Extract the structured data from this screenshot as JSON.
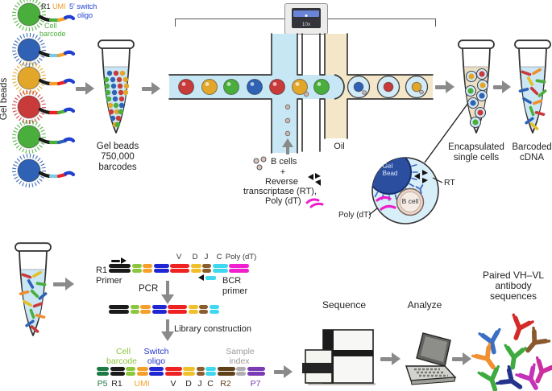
{
  "side_label": "Gel beads",
  "oligo": {
    "r1": "R1",
    "umi": "UMI",
    "switch1": "5′ switch",
    "switch2": "oligo",
    "cell1": "Cell",
    "cell2": "barcode"
  },
  "colors": {
    "bead_green": "#4aae3c",
    "bead_blue": "#2f62b5",
    "bead_yellow": "#e2a62a",
    "bead_red": "#c93a3a",
    "poly_dt_magenta": "#ee1fcb",
    "channel_blue": "#c7e7f4",
    "oil_beige": "#f3e6c9",
    "arrow_gray": "#8a8a8a"
  },
  "bead_column_colors": [
    "#4aae3c",
    "#2f62b5",
    "#e2a62a",
    "#c93a3a",
    "#4aae3c",
    "#2f62b5"
  ],
  "tube1": {
    "line1": "Gel beads",
    "line2": "750,000",
    "line3": "barcodes"
  },
  "instrument_label": "10x",
  "chip": {
    "oil": "Oil",
    "channel_beads": [
      "#c93a3a",
      "#e2a62a",
      "#4aae3c",
      "#2f62b5",
      "#c93a3a",
      "#e2a62a",
      "#4aae3c"
    ],
    "droplet_beads": [
      "#2f62b5",
      "#c93a3a",
      "#e2a62a"
    ],
    "b_cells": "B cells",
    "plus": "+",
    "reverse": "Reverse",
    "transcriptase": "transcriptase (RT),",
    "poly_dt": "Poly (dT)"
  },
  "tube2": {
    "line1": "Encapsulated",
    "line2": "single cells",
    "droplet_beads": [
      "#e2a62a",
      "#c93a3a",
      "#e2a62a",
      "#4aae3c",
      "#2f62b5",
      "#2f62b5",
      "#c93a3a",
      "#4aae3c"
    ]
  },
  "tube3": {
    "line1": "Barcoded",
    "line2": "cDNA",
    "squiggles": [
      "#c93a3a",
      "#ef8f2f",
      "#e2c02a",
      "#4aae3c",
      "#2f62b5",
      "#c93a3a",
      "#4aae3c",
      "#2f62b5",
      "#ef8f2f",
      "#4aae3c",
      "#c93a3a",
      "#2f62b5",
      "#e2c02a"
    ]
  },
  "detail": {
    "gel1": "Gel",
    "gel2": "Bead",
    "bcell": "B cell",
    "rt": "RT",
    "polydt": "Poly (dT)"
  },
  "tube4": {
    "squiggles": [
      "#c93a3a",
      "#e2c02a",
      "#2f62b5",
      "#4aae3c",
      "#ef8f2f",
      "#4aae3c",
      "#2f62b5",
      "#e2c02a",
      "#c93a3a",
      "#4aae3c",
      "#ef8f2f",
      "#2f62b5",
      "#c93a3a"
    ]
  },
  "library": {
    "r1a": "R1",
    "r1b": "Primer",
    "pcr": "PCR",
    "bcr1": "BCR",
    "bcr2": "primer",
    "libcon": "Library construction",
    "row1_labels": [
      "V",
      "D",
      "J",
      "C",
      "Poly (dT)"
    ],
    "row1": [
      {
        "c": "#1a1a1a",
        "w": 27
      },
      {
        "c": "#8cc63f",
        "w": 12
      },
      {
        "c": "#f5a02b",
        "w": 12
      },
      {
        "c": "#2026d2",
        "w": 19
      },
      {
        "c": "#ee2222",
        "w": 24
      },
      {
        "c": "#f0c02a",
        "w": 13
      },
      {
        "c": "#8b5d2e",
        "w": 11
      },
      {
        "c": "#40d8f0",
        "w": 19
      },
      {
        "c": "#f020d0",
        "w": 25
      }
    ],
    "row2": [
      {
        "c": "#1a1a1a",
        "w": 25
      },
      {
        "c": "#8cc63f",
        "w": 11
      },
      {
        "c": "#f5a02b",
        "w": 13
      },
      {
        "c": "#2026d2",
        "w": 18
      },
      {
        "c": "#ee2222",
        "w": 24
      },
      {
        "c": "#f0c02a",
        "w": 12
      },
      {
        "c": "#8b5d2e",
        "w": 11
      },
      {
        "c": "#40d8f0",
        "w": 12
      }
    ],
    "row3": [
      {
        "c": "#1e7a45",
        "w": 15
      },
      {
        "c": "#1a1a1a",
        "w": 18
      },
      {
        "c": "#8cc63f",
        "w": 12
      },
      {
        "c": "#f5a02b",
        "w": 14
      },
      {
        "c": "#2026d2",
        "w": 18
      },
      {
        "c": "#ee2222",
        "w": 21
      },
      {
        "c": "#f0c02a",
        "w": 15
      },
      {
        "c": "#8b5d2e",
        "w": 10
      },
      {
        "c": "#40d8f0",
        "w": 13
      },
      {
        "c": "#5f4118",
        "w": 22
      },
      {
        "c": "#b0aeb2",
        "w": 12
      },
      {
        "c": "#7a3bb5",
        "w": 22
      }
    ],
    "row3_top": {
      "cell1": "Cell",
      "cell2": "barcode",
      "sw1": "Switch",
      "sw2": "oligo",
      "si1": "Sample",
      "si2": "index"
    },
    "row3_bottom": [
      "P5",
      "R1",
      "UMI",
      "V",
      "D",
      "J",
      "C",
      "R2",
      "P7"
    ]
  },
  "workflow": {
    "sequence": "Sequence",
    "analyze": "Analyze",
    "res1": "Paired VH–VL",
    "res2": "antibody",
    "res3": "sequences"
  },
  "antibody_colors": [
    "#d42a2a",
    "#3b6fc4",
    "#8a5a2e",
    "#f09030",
    "#3faa3f",
    "#cc2fa0",
    "#3faa3f",
    "#24348c",
    "#c433b8"
  ]
}
